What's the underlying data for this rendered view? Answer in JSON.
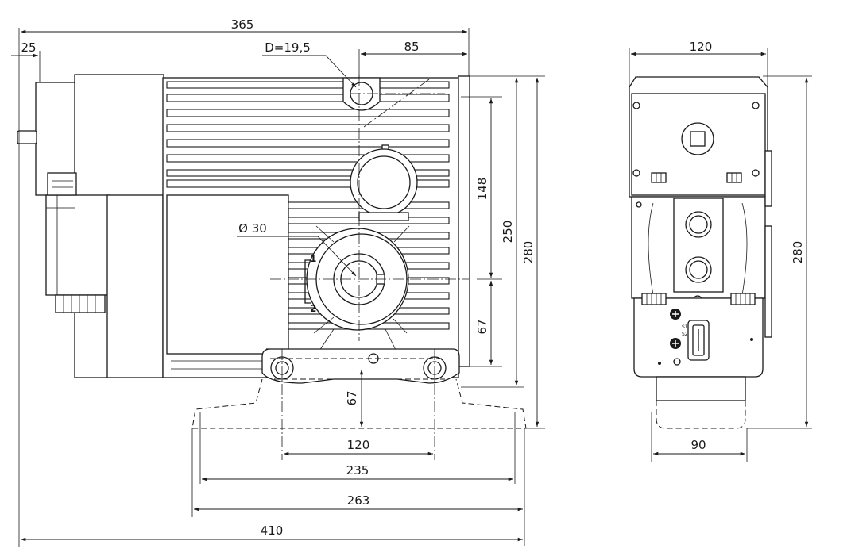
{
  "dimensions": {
    "overall_length_top": "365",
    "shaft_offset": "25",
    "hole_diameter": "D=19,5",
    "hole_offset": "85",
    "shaft_diameter": "Ø 30",
    "height_148": "148",
    "height_250": "250",
    "height_280_front": "280",
    "height_67_side": "67",
    "height_67_foot": "67",
    "foot_120": "120",
    "base_235": "235",
    "base_263": "263",
    "overall_410": "410",
    "side_width_120": "120",
    "side_height_280": "280",
    "side_width_90": "90"
  },
  "markers": {
    "position_1": "1",
    "position_2": "2",
    "switch_s1": "S1",
    "switch_s2": "S2"
  },
  "colors": {
    "line": "#1a1a1a",
    "background": "#ffffff"
  }
}
